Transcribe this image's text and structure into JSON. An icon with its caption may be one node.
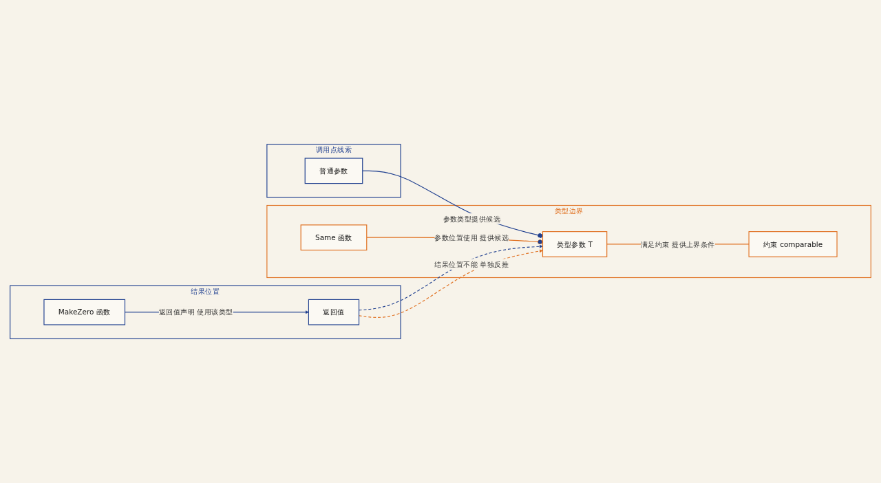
{
  "diagram": {
    "nodes": [
      {
        "text": [
          "调用点线索"
        ]
      },
      {
        "text": [
          "普通参数"
        ],
        "in": 0
      },
      {
        "text": [
          "类型边界"
        ]
      },
      {
        "text": [
          "约束 comparable"
        ],
        "in": 2
      },
      {
        "text": [
          "类型参数 T"
        ],
        "in": 2
      },
      {
        "text": [
          "Same 函数"
        ],
        "in": 2
      },
      {
        "text": [
          "结果位置"
        ]
      },
      {
        "text": [
          "MakeZero 函数"
        ],
        "in": 6
      },
      {
        "text": [
          "返回值"
        ],
        "in": 6
      }
    ],
    "edges": [
      {
        "from": 1,
        "to": 4,
        "arrow": "other",
        "label": "参数类型提供候选"
      },
      {
        "from": 4,
        "to": 3,
        "arrow": "none",
        "label": "满足约束 提供上界条件",
        "color": "#e07020"
      },
      {
        "from": 5,
        "to": 4,
        "arrow": "other",
        "label": "参数位置使用 提供候选",
        "color": "#e07020"
      },
      {
        "from": 7,
        "to": 8,
        "arrow": "to",
        "label": "返回值声明 使用该类型"
      },
      {
        "from": 8,
        "to": 4,
        "arrow": "to",
        "style": "dashed"
      },
      {
        "from": 8,
        "to": 4,
        "arrow": "to",
        "style": "dashed",
        "color": "#e07020",
        "label": "结果位置不能 单独反推"
      }
    ]
  }
}
